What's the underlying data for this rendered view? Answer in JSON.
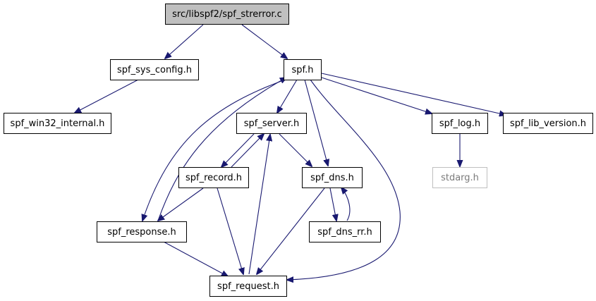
{
  "graph": {
    "root": "src/libspf2/spf_strerror.c",
    "nodes": {
      "strerror": "src/libspf2/spf_strerror.c",
      "sys_config": "spf_sys_config.h",
      "spf": "spf.h",
      "win32": "spf_win32_internal.h",
      "server": "spf_server.h",
      "log": "spf_log.h",
      "lib_version": "spf_lib_version.h",
      "record": "spf_record.h",
      "dns": "spf_dns.h",
      "stdarg": "stdarg.h",
      "response": "spf_response.h",
      "dns_rr": "spf_dns_rr.h",
      "request": "spf_request.h"
    },
    "edges": [
      [
        "strerror",
        "sys_config"
      ],
      [
        "strerror",
        "spf"
      ],
      [
        "sys_config",
        "win32"
      ],
      [
        "spf",
        "server"
      ],
      [
        "spf",
        "dns"
      ],
      [
        "spf",
        "request"
      ],
      [
        "spf",
        "response"
      ],
      [
        "spf",
        "log"
      ],
      [
        "spf",
        "lib_version"
      ],
      [
        "server",
        "record"
      ],
      [
        "server",
        "dns"
      ],
      [
        "record",
        "server"
      ],
      [
        "record",
        "response"
      ],
      [
        "record",
        "request"
      ],
      [
        "response",
        "spf"
      ],
      [
        "response",
        "request"
      ],
      [
        "request",
        "server"
      ],
      [
        "dns",
        "dns_rr"
      ],
      [
        "dns_rr",
        "dns"
      ],
      [
        "dns",
        "request"
      ],
      [
        "log",
        "stdarg"
      ]
    ],
    "colors": {
      "edge": "#191970",
      "root_fill": "#bfbfbf",
      "missing_border": "#bfbfbf"
    }
  }
}
